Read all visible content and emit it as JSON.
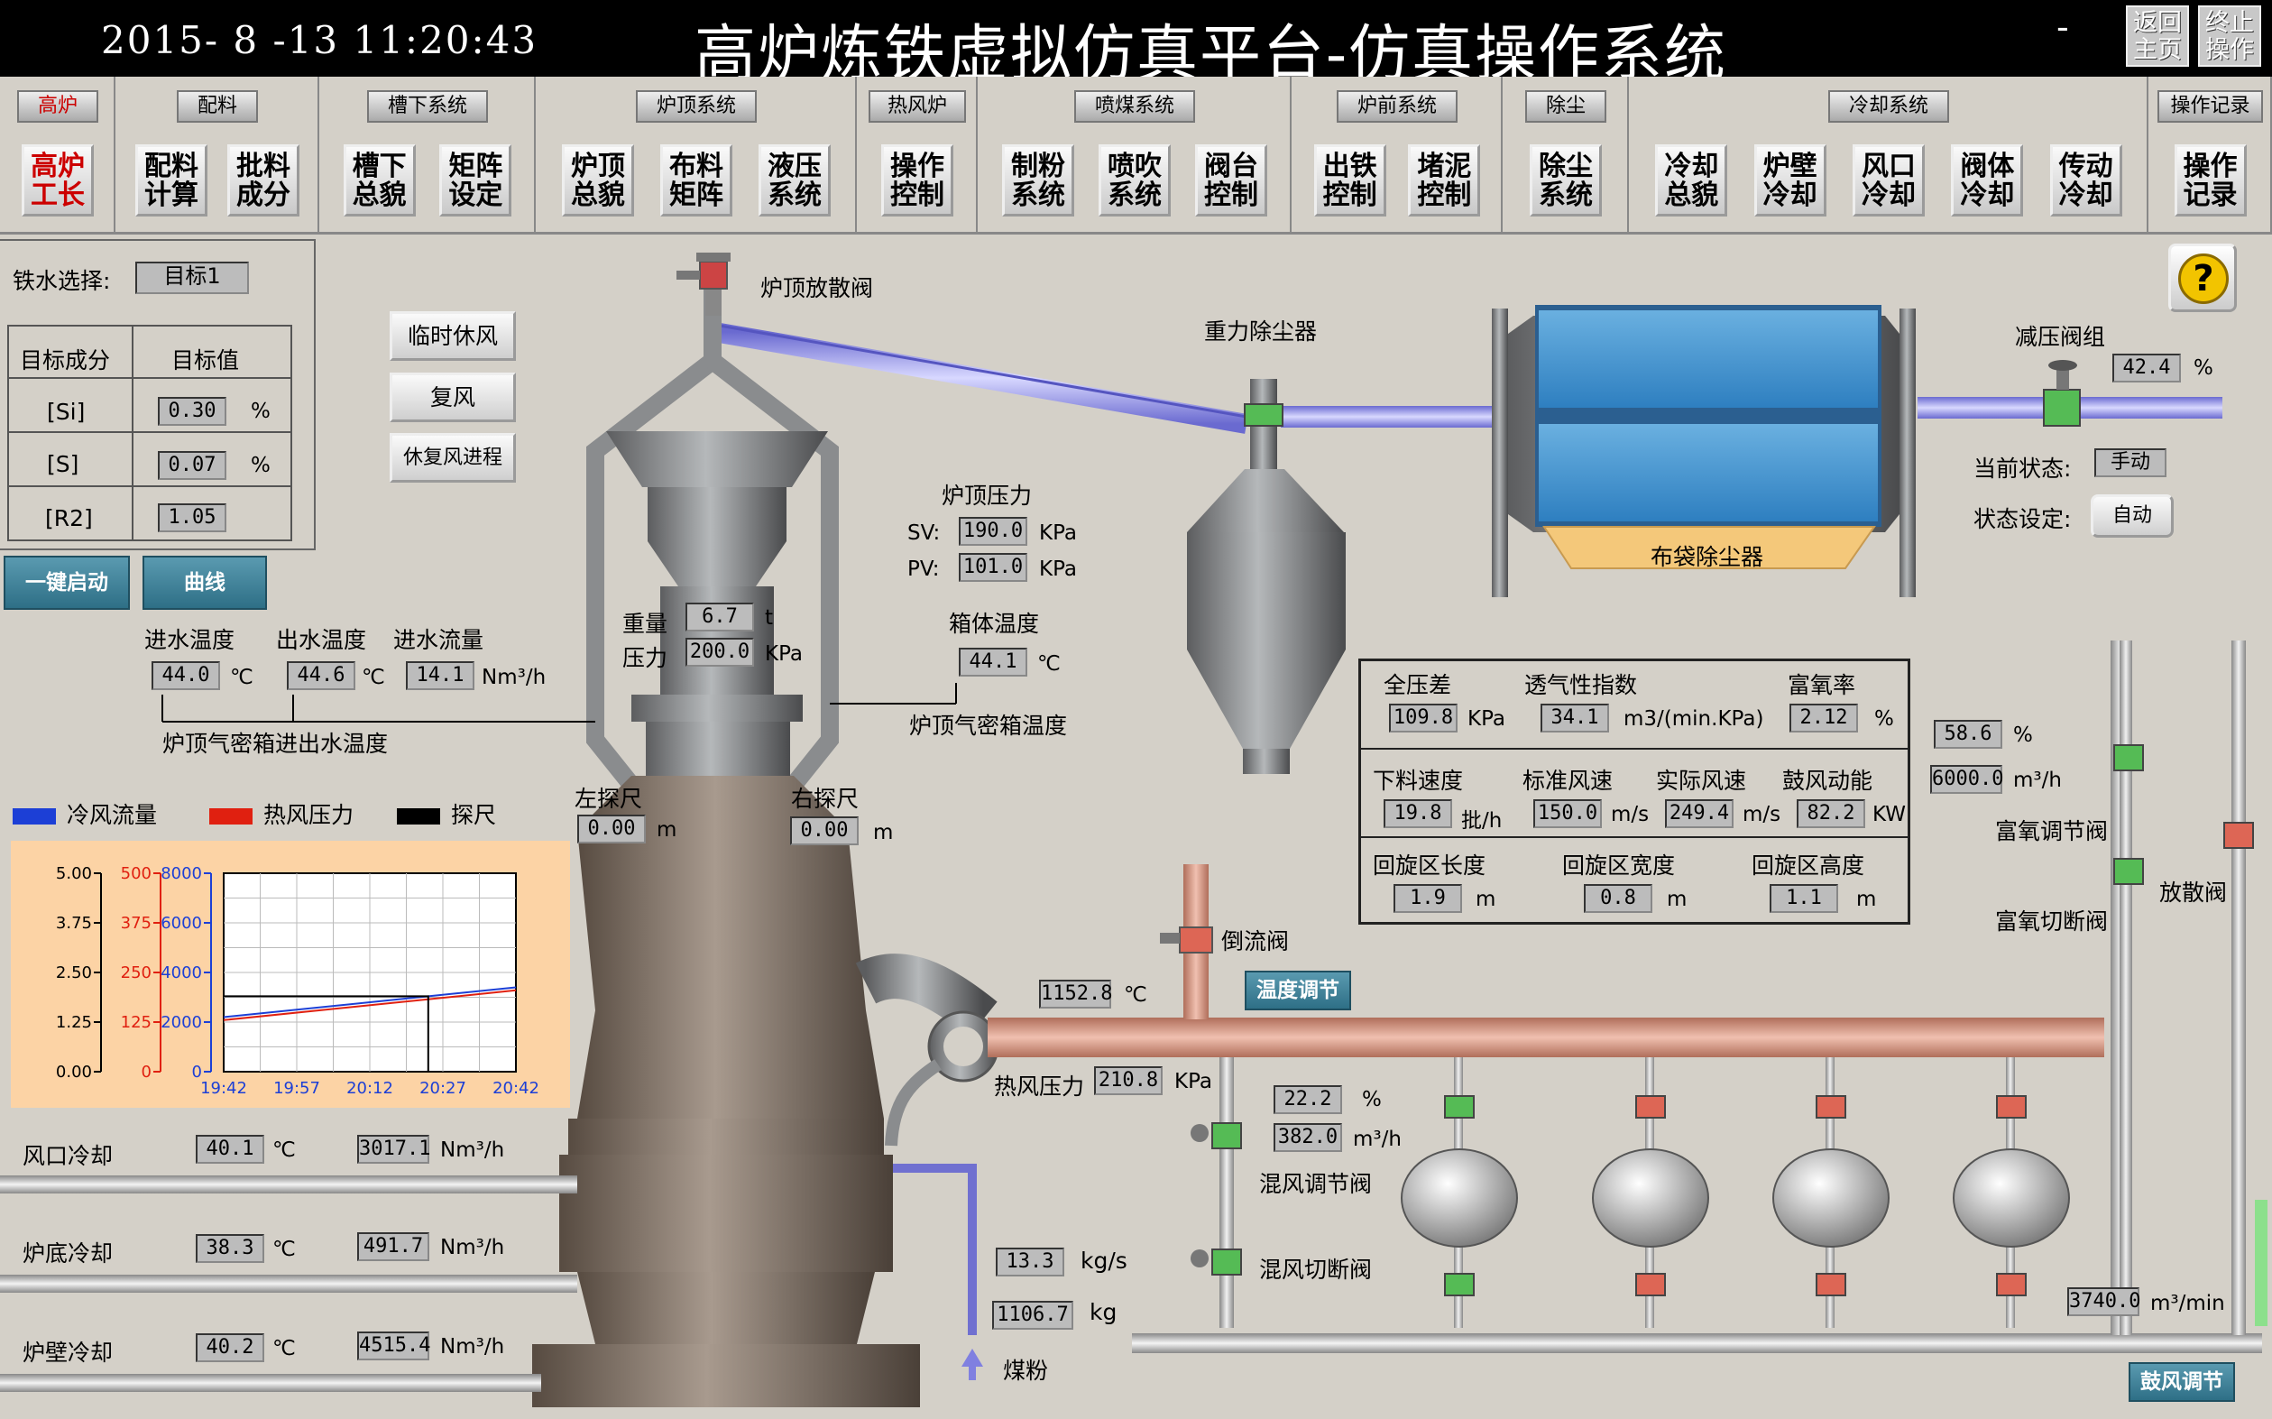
{
  "header": {
    "datetime": "2015- 8 -13 11:20:43",
    "title": "高炉炼铁虚拟仿真平台-仿真操作系统",
    "minimize": "-",
    "home_button": "返回主页",
    "end_button": "终止操作"
  },
  "nav": {
    "groups": [
      {
        "label": "高炉",
        "buttons": [
          "高炉工长"
        ]
      },
      {
        "label": "配料",
        "buttons": [
          "配料计算",
          "批料成分"
        ]
      },
      {
        "label": "槽下系统",
        "buttons": [
          "槽下总貌",
          "矩阵设定"
        ]
      },
      {
        "label": "炉顶系统",
        "buttons": [
          "炉顶总貌",
          "布料矩阵",
          "液压系统"
        ]
      },
      {
        "label": "热风炉",
        "buttons": [
          "操作控制"
        ]
      },
      {
        "label": "喷煤系统",
        "buttons": [
          "制粉系统",
          "喷吹系统",
          "阀台控制"
        ]
      },
      {
        "label": "炉前系统",
        "buttons": [
          "出铁控制",
          "堵泥控制"
        ]
      },
      {
        "label": "除尘",
        "buttons": [
          "除尘系统"
        ]
      },
      {
        "label": "冷却系统",
        "buttons": [
          "冷却总貌",
          "炉壁冷却",
          "风口冷却",
          "阀体冷却",
          "传动冷却"
        ]
      },
      {
        "label": "操作记录",
        "buttons": [
          "操作记录"
        ]
      }
    ]
  },
  "target": {
    "label": "铁水选择:",
    "value": "目标1",
    "col1": "目标成分",
    "col2": "目标值",
    "rows": [
      {
        "name": "[Si]",
        "value": "0.30",
        "unit": "%"
      },
      {
        "name": "[S]",
        "value": "0.07",
        "unit": "%"
      },
      {
        "name": "[R2]",
        "value": "1.05",
        "unit": ""
      }
    ]
  },
  "controls": {
    "temp_stop": "临时休风",
    "resume": "复风",
    "progress": "休复风进程",
    "one_click": "一键启动",
    "curve": "曲线",
    "help": "?"
  },
  "top_box": {
    "in_temp_label": "进水温度",
    "in_temp": "44.0",
    "in_temp_unit": "℃",
    "out_temp_label": "出水温度",
    "out_temp": "44.6",
    "out_temp_unit": "℃",
    "flow_label": "进水流量",
    "flow": "14.1",
    "flow_unit": "Nm³/h",
    "caption": "炉顶气密箱进出水温度"
  },
  "furnace": {
    "weight_label": "重量",
    "weight": "6.7",
    "weight_unit": "t",
    "pressure_label": "压力",
    "pressure": "200.0",
    "pressure_unit": "KPa",
    "top_pressure_label": "炉顶压力",
    "sv_label": "SV:",
    "sv": "190.0",
    "sv_unit": "KPa",
    "pv_label": "PV:",
    "pv": "101.0",
    "pv_unit": "KPa",
    "box_temp_label": "箱体温度",
    "box_temp": "44.1",
    "box_temp_unit": "℃",
    "box_temp_caption": "炉顶气密箱温度",
    "vent_valve": "炉顶放散阀",
    "left_probe_label": "左探尺",
    "left_probe": "0.00",
    "left_probe_unit": "m",
    "right_probe_label": "右探尺",
    "right_probe": "0.00",
    "right_probe_unit": "m"
  },
  "dust": {
    "gravity": "重力除尘器",
    "bag": "布袋除尘器",
    "reducer": "减压阀组",
    "reducer_pct": "42.4",
    "reducer_unit": "%",
    "state_label": "当前状态:",
    "state": "手动",
    "set_label": "状态设定:",
    "set": "自动"
  },
  "params": {
    "total_dp_label": "全压差",
    "total_dp": "109.8",
    "total_dp_unit": "KPa",
    "perm_label": "透气性指数",
    "perm": "34.1",
    "perm_unit": "m3/(min.KPa)",
    "o2_label": "富氧率",
    "o2": "2.12",
    "o2_unit": "%",
    "descent_label": "下料速度",
    "descent": "19.8",
    "descent_unit": "批/h",
    "std_wind_label": "标准风速",
    "std_wind": "150.0",
    "std_wind_unit": "m/s",
    "act_wind_label": "实际风速",
    "act_wind": "249.4",
    "act_wind_unit": "m/s",
    "blast_energy_label": "鼓风动能",
    "blast_energy": "82.2",
    "blast_energy_unit": "KW",
    "raceway_len_label": "回旋区长度",
    "raceway_len": "1.9",
    "raceway_len_unit": "m",
    "raceway_w_label": "回旋区宽度",
    "raceway_w": "0.8",
    "raceway_w_unit": "m",
    "raceway_h_label": "回旋区高度",
    "raceway_h": "1.1",
    "raceway_h_unit": "m"
  },
  "oxygen": {
    "pct": "58.6",
    "pct_unit": "%",
    "flow": "6000.0",
    "flow_unit": "m³/h",
    "adjust_valve": "富氧调节阀",
    "cutoff_valve": "富氧切断阀",
    "vent_valve": "放散阀"
  },
  "hotblast": {
    "backflow_valve": "倒流阀",
    "temp": "1152.8",
    "temp_unit": "℃",
    "temp_adjust": "温度调节",
    "pressure_label": "热风压力",
    "pressure": "210.8",
    "pressure_unit": "KPa",
    "mix_pct": "22.2",
    "mix_pct_unit": "%",
    "mix_flow": "382.0",
    "mix_flow_unit": "m³/h",
    "mix_adjust_valve": "混风调节阀",
    "mix_cutoff_valve": "混风切断阀",
    "blower_flow": "3740.0",
    "blower_flow_unit": "m³/min",
    "blower_adjust": "鼓风调节"
  },
  "coal": {
    "rate": "13.3",
    "rate_unit": "kg/s",
    "total": "1106.7",
    "total_unit": "kg",
    "label": "煤粉"
  },
  "cooling": [
    {
      "label": "风口冷却",
      "temp": "40.1",
      "temp_unit": "℃",
      "flow": "3017.1",
      "flow_unit": "Nm³/h"
    },
    {
      "label": "炉底冷却",
      "temp": "38.3",
      "temp_unit": "℃",
      "flow": "491.7",
      "flow_unit": "Nm³/h"
    },
    {
      "label": "炉壁冷却",
      "temp": "40.2",
      "temp_unit": "℃",
      "flow": "4515.4",
      "flow_unit": "Nm³/h"
    }
  ],
  "chart_legend": {
    "cold": "冷风流量",
    "cold_color": "#1c3fd6",
    "hot": "热风压力",
    "hot_color": "#e02010",
    "probe": "探尺",
    "probe_color": "#000000"
  },
  "chart_data": {
    "type": "line",
    "x": [
      "19:42",
      "19:57",
      "20:12",
      "20:27",
      "20:42"
    ],
    "axes": [
      {
        "ticks": [
          "5.00",
          "3.75",
          "2.50",
          "1.25",
          "0.00"
        ],
        "ylim": [
          0,
          5
        ],
        "color": "#000000"
      },
      {
        "ticks": [
          "500",
          "375",
          "250",
          "125",
          "0"
        ],
        "ylim": [
          0,
          500
        ],
        "color": "#e02010"
      },
      {
        "ticks": [
          "8000",
          "6000",
          "4000",
          "2000",
          "0"
        ],
        "ylim": [
          0,
          8000
        ],
        "color": "#1c3fd6"
      }
    ],
    "series": [
      {
        "name": "冷风流量",
        "axis": 2,
        "color": "#1c3fd6",
        "points": [
          [
            0,
            2200
          ],
          [
            60,
            3400
          ]
        ]
      },
      {
        "name": "热风压力",
        "axis": 1,
        "color": "#e02010",
        "points": [
          [
            0,
            130
          ],
          [
            60,
            205
          ]
        ]
      },
      {
        "name": "探尺",
        "axis": 0,
        "color": "#000000",
        "points": [
          [
            0,
            1.9
          ],
          [
            42,
            1.9
          ],
          [
            42,
            0
          ],
          [
            44,
            0
          ]
        ]
      }
    ],
    "xlim": [
      0,
      60
    ]
  }
}
